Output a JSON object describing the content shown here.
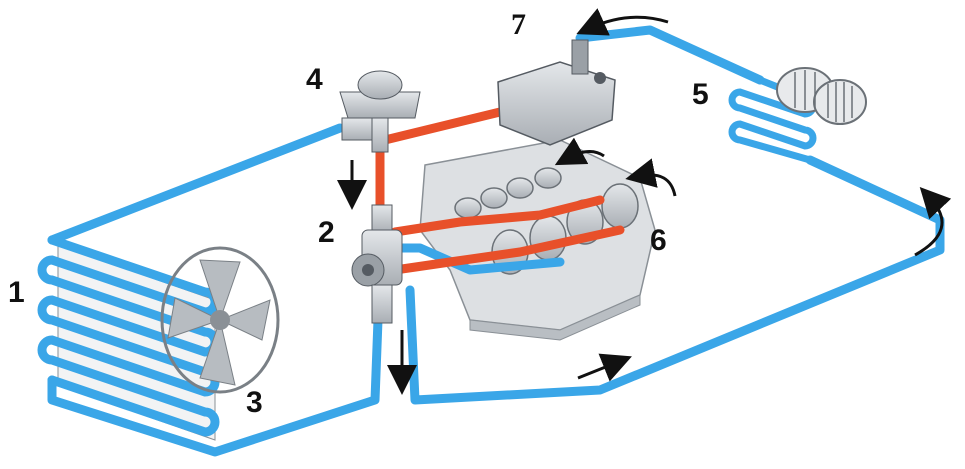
{
  "labels": {
    "radiator": "1",
    "water_pump": "2",
    "fan": "3",
    "thermostat": "4",
    "heater_core": "5",
    "engine": "6",
    "auxiliary_heater": "7"
  },
  "colors": {
    "cold_coolant": "#3aa6e8",
    "hot_coolant": "#e8502a",
    "component_gray": "#c9cdd2",
    "outline": "#555b62",
    "arrow": "#111111"
  },
  "icons": [
    "radiator-coil-icon",
    "fan-icon",
    "water-pump-icon",
    "thermostat-icon",
    "heater-core-icon",
    "blower-icon",
    "engine-block-icon",
    "auxiliary-heater-icon",
    "flow-arrow-icon"
  ]
}
